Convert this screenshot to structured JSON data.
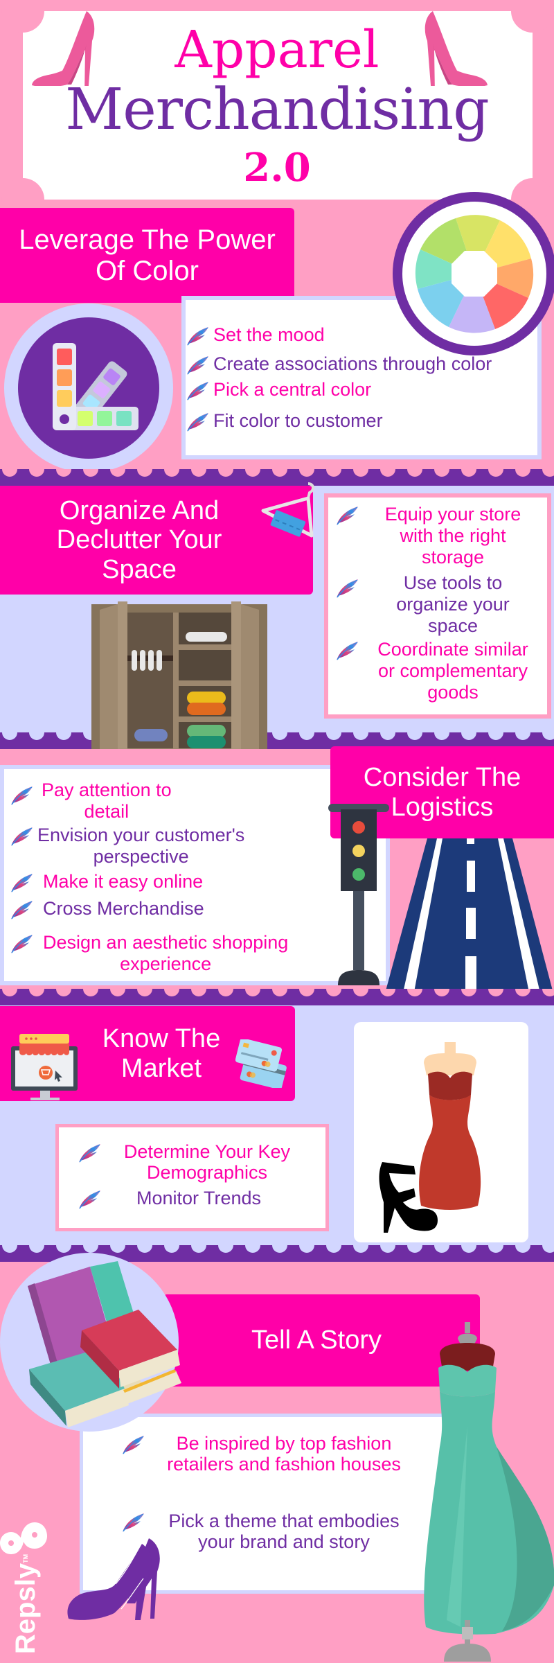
{
  "header": {
    "title_line1": "Apparel",
    "title_line2": "Merchandising",
    "title_line3": "2.0"
  },
  "colors": {
    "background_pink": "#ff9fc4",
    "lavender": "#d2d6ff",
    "magenta": "#ff00a8",
    "purple": "#6f2da3",
    "white": "#ffffff"
  },
  "sections": [
    {
      "title": "Leverage The Power\nOf Color",
      "icons": [
        "color-palette-icon",
        "color-wheel-icon"
      ],
      "bullets": [
        {
          "text": "Set the mood",
          "color": "pink"
        },
        {
          "text": "Create associations through color",
          "color": "purple"
        },
        {
          "text": "Pick a central color",
          "color": "pink"
        },
        {
          "text": "Fit color to customer",
          "color": "purple"
        }
      ]
    },
    {
      "title": "Organize And\nDeclutter Your\nSpace",
      "icons": [
        "hanger-icon",
        "wardrobe-icon"
      ],
      "bullets": [
        {
          "text": "Equip your store\nwith the right\nstorage",
          "color": "pink"
        },
        {
          "text": "Use tools to\norganize your\nspace",
          "color": "purple"
        },
        {
          "text": "Coordinate similar\nor complementary\ngoods",
          "color": "pink"
        }
      ]
    },
    {
      "title": "Consider The\nLogistics",
      "icons": [
        "traffic-light-icon",
        "road-icon"
      ],
      "bullets": [
        {
          "text": "Pay attention to\ndetail",
          "color": "pink"
        },
        {
          "text": "Envision your customer's\nperspective",
          "color": "purple"
        },
        {
          "text": "Make it easy online",
          "color": "pink"
        },
        {
          "text": "Cross Merchandise",
          "color": "purple"
        },
        {
          "text": "Design an aesthetic shopping\nexperience",
          "color": "pink"
        }
      ]
    },
    {
      "title": "Know The\nMarket",
      "icons": [
        "online-store-icon",
        "credit-cards-icon",
        "dress-mannequin-icon",
        "high-heel-sandal-icon"
      ],
      "bullets": [
        {
          "text": "Determine Your Key\nDemographics",
          "color": "pink"
        },
        {
          "text": "Monitor Trends",
          "color": "purple"
        }
      ]
    },
    {
      "title": "Tell A Story",
      "icons": [
        "books-icon",
        "gown-mannequin-icon",
        "purple-heels-icon"
      ],
      "bullets": [
        {
          "text": "Be inspired by top fashion\nretailers and fashion houses",
          "color": "pink"
        },
        {
          "text": "Pick a theme that embodies\nyour brand and story",
          "color": "purple"
        }
      ]
    }
  ],
  "footer": {
    "brand": "Repsly",
    "trademark": "TM"
  }
}
